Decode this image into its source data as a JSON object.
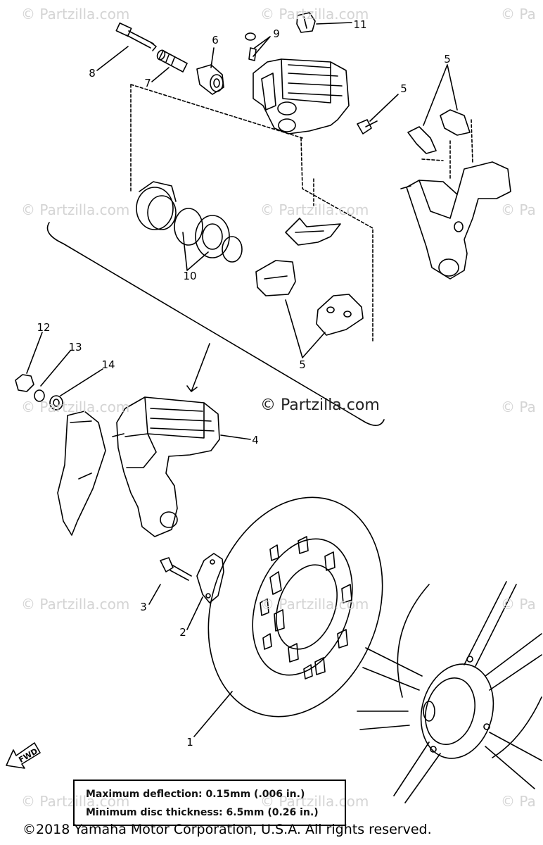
{
  "watermark": "© Partzilla.com",
  "watermark_partial": "© Pa",
  "brand_watermark": "© Partzilla.com",
  "fwd_label": "FWD",
  "callouts": {
    "c1": "1",
    "c2": "2",
    "c3": "3",
    "c4": "4",
    "c5a": "5",
    "c5b": "5",
    "c5c": "5",
    "c6": "6",
    "c7": "7",
    "c8": "8",
    "c9": "9",
    "c10": "10",
    "c11": "11",
    "c12": "12",
    "c13": "13",
    "c14": "14"
  },
  "specs": {
    "max_deflection": "Maximum deflection: 0.15mm (.006 in.)",
    "min_thickness": "Minimum disc thickness: 6.5mm (0.26 in.)"
  },
  "copyright": "©2018  Yamaha Motor Corporation, U.S.A. All rights reserved."
}
